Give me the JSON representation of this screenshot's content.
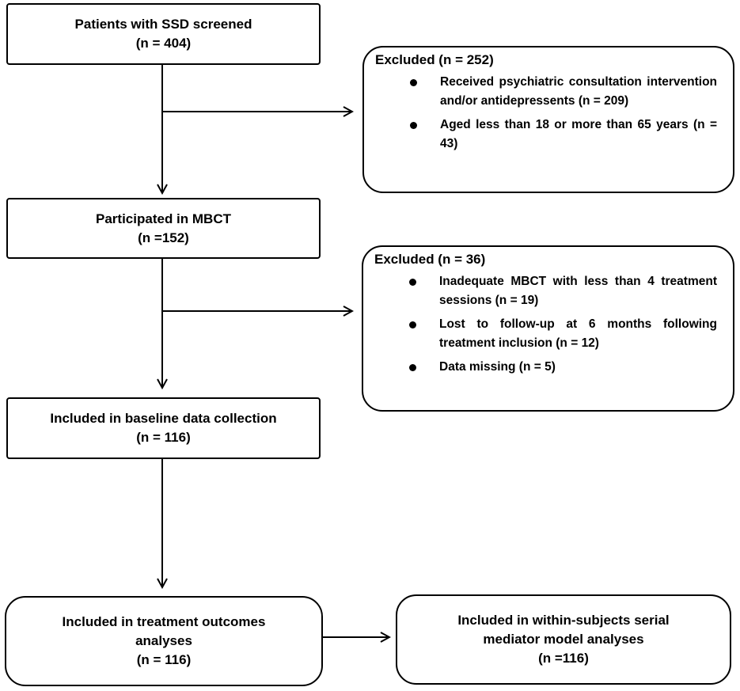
{
  "screened": {
    "line1": "Patients with SSD screened",
    "line2": "(n = 404)"
  },
  "excluded1": {
    "title": "Excluded (n = 252)",
    "items": [
      "Received psychiatric consultation intervention and/or antidepressents (n = 209)",
      "Aged less than 18 or more than 65 years (n = 43)"
    ]
  },
  "mbct": {
    "line1": "Participated in MBCT",
    "line2": "(n =152)"
  },
  "excluded2": {
    "title": "Excluded (n = 36)",
    "items": [
      "Inadequate MBCT with less than 4 treatment sessions (n = 19)",
      "Lost to follow-up at 6 months following treatment inclusion (n = 12)",
      "Data missing (n = 5)"
    ]
  },
  "baseline": {
    "line1": "Included in baseline data collection",
    "line2": "(n = 116)"
  },
  "outcomes": {
    "line1": "Included in treatment outcomes",
    "line2": "analyses",
    "line3": "(n = 116)"
  },
  "mediator": {
    "line1": "Included in within-subjects serial",
    "line2": "mediator model analyses",
    "line3": "(n =116)"
  }
}
